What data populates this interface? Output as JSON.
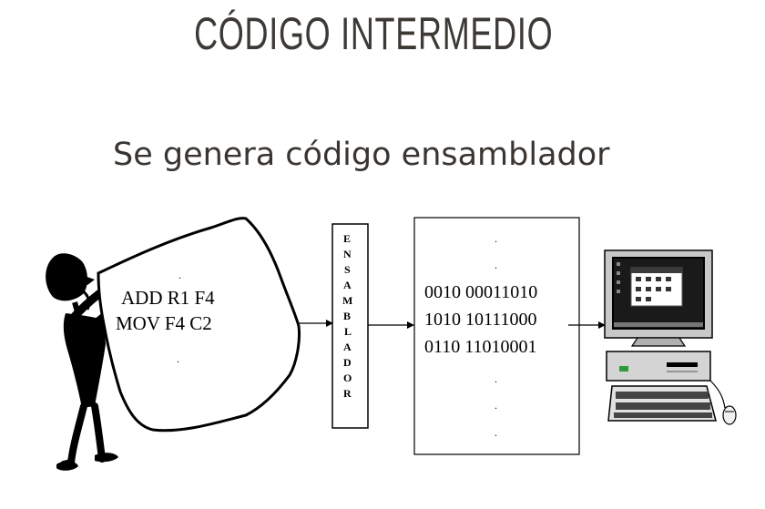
{
  "slide": {
    "title": "CÓDIGO INTERMEDIO",
    "subtitle": "Se genera código ensamblador"
  },
  "diagram": {
    "source_code": {
      "lines": [
        "ADD R1 F4",
        "MOV F4 C2"
      ]
    },
    "assembler": {
      "label": "ENSAMBLADOR",
      "letters": [
        "E",
        "N",
        "S",
        "A",
        "M",
        "B",
        "L",
        "A",
        "D",
        "O",
        "R"
      ]
    },
    "machine_code": {
      "lines": [
        "0010 00011010",
        "1010 10111000",
        "0110 11010001"
      ]
    },
    "icons": {
      "person": "person-holding-sign-icon",
      "computer": "desktop-computer-icon"
    }
  }
}
